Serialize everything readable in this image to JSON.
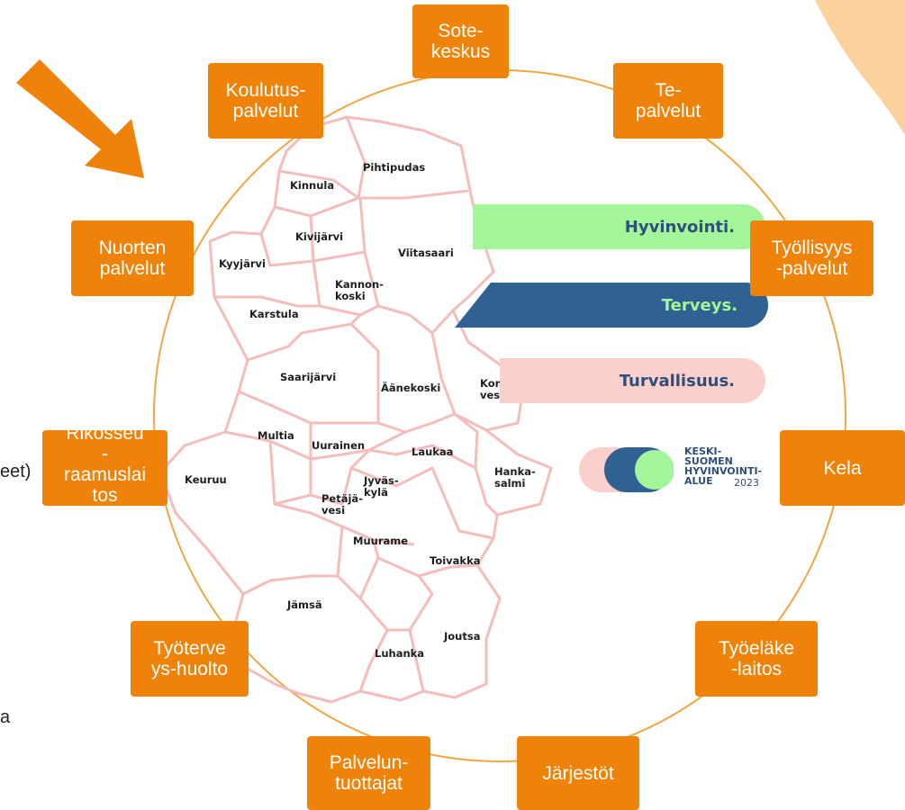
{
  "service_boxes": {
    "sote_keskus": "Sote-\nkeskus",
    "te_palvelut": "Te-\npalvelut",
    "koulutus_palvelut": "Koulutus-\npalvelut",
    "nuorten_palvelut": "Nuorten\npalvelut",
    "tyollisyys_palvelut": "Työllisyys\n-palvelut",
    "rikosseuraamuslaitos": "Rikosseu\n-\nraamuslai\ntos",
    "kela": "Kela",
    "tyoterveyshuolto": "Työterve\nys-huolto",
    "tyoelakelaitos": "Työeläke\n-laitos",
    "palveluntuottajat": "Palvelun-\ntuottajat",
    "jarjestot": "Järjestöt"
  },
  "edge_text": {
    "left_cut": "eet)",
    "bottom_left_cut": "a"
  },
  "pills": {
    "hyvinvointi": "Hyvinvointi.",
    "terveys": "Terveys.",
    "turvallisuus": "Turvallisuus."
  },
  "logo": {
    "name": "KESKI-\nSUOMEN\nHYVINVOINTI-\nALUE",
    "year": "2023"
  },
  "municipalities": {
    "pihtipudas": "Pihtipudas",
    "kinnula": "Kinnula",
    "kivijarvi": "Kivijärvi",
    "viitasaari": "Viitasaari",
    "kyyjarvi": "Kyyjärvi",
    "kannonkoski": "Kannon-\nkoski",
    "karstula": "Karstula",
    "saarijarvi": "Saarijärvi",
    "aanekoski": "Äänekoski",
    "konnevesi": "Konne-\nvesi",
    "multia": "Multia",
    "uurainen": "Uurainen",
    "laukaa": "Laukaa",
    "keuruu": "Keuruu",
    "jyvaskyla": "Jyväs-\nkylä",
    "hankasalmi": "Hanka-\nsalmi",
    "petajavesi": "Petäjä-\nvesi",
    "muurame": "Muurame",
    "toivakka": "Toivakka",
    "jamsa": "Jämsä",
    "joutsa": "Joutsa",
    "luhanka": "Luhanka"
  },
  "colors": {
    "box_orange": "#ef8208",
    "ring_orange": "#f0a641",
    "arrow_orange": "#ef8208",
    "corner_peach": "#fcd29c",
    "map_border": "#f5bcbc",
    "hyvinvointi_fill": "#a3f59a",
    "hyvinvointi_text": "#2d4f7a",
    "terveys_fill": "#2f6193",
    "terveys_text": "#a3f59a",
    "turvallisuus_fill": "#fbcfcc",
    "turvallisuus_text": "#2d4f7a",
    "logo_blue": "#2f6193",
    "logo_green": "#a3f59a",
    "logo_pink": "#fbcfcc"
  },
  "icons": {
    "arrow": "arrow-down-right-icon",
    "logo_toggle": "toggle-logo-icon"
  }
}
